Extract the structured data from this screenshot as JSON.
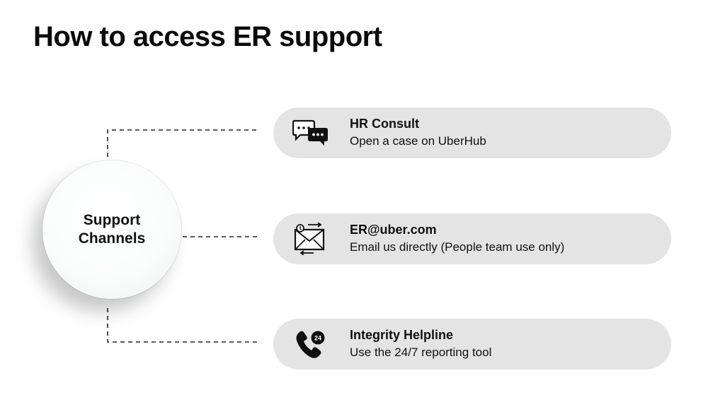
{
  "slide": {
    "title": "How to access ER support"
  },
  "hub": {
    "label": "Support Channels"
  },
  "channels": [
    {
      "icon": "chat-bubbles-icon",
      "title": "HR Consult",
      "description": "Open a case on UberHub"
    },
    {
      "icon": "email-transfer-icon",
      "title": "ER@uber.com",
      "description": "Email us directly (People team use only)"
    },
    {
      "icon": "phone-24-icon",
      "title": "Integrity Helpline",
      "description": "Use the 24/7 reporting tool"
    }
  ],
  "colors": {
    "pill_background": "#e4e4e4",
    "text": "#111111",
    "connector": "#222222"
  }
}
